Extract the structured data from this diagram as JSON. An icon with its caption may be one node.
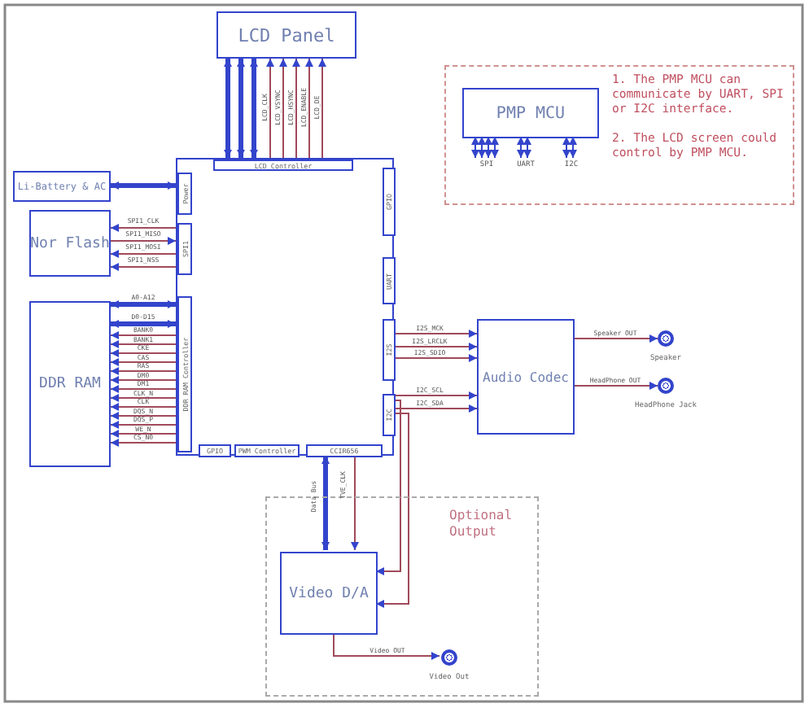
{
  "diagram": {
    "nodes": [
      {
        "text": [
          "LCD Panel"
        ]
      },
      {
        "text": [],
        "shape": "box"
      },
      {
        "text": [
          "LCD Controller"
        ],
        "in": 1
      },
      {
        "text": [
          "Power"
        ],
        "in": 1
      },
      {
        "text": [
          "SPI1"
        ],
        "in": 1
      },
      {
        "text": [
          "DDR RAM Controller"
        ],
        "in": 1
      },
      {
        "text": [
          "GPIO"
        ],
        "in": 1
      },
      {
        "text": [
          "UART"
        ],
        "in": 1
      },
      {
        "text": [
          "I2S"
        ],
        "in": 1
      },
      {
        "text": [
          "I2C"
        ],
        "in": 1
      },
      {
        "text": [
          "GPIO"
        ],
        "in": 1
      },
      {
        "text": [
          "PWM Controller"
        ],
        "in": 1
      },
      {
        "text": [
          "CCIR656"
        ],
        "in": 1
      },
      {
        "text": [
          "Li-Battery & AC"
        ]
      },
      {
        "text": [
          "Nor Flash"
        ]
      },
      {
        "text": [
          "DDR RAM"
        ]
      },
      {
        "text": [
          "Audio Codec"
        ]
      },
      {
        "text": [],
        "shape": "circle",
        "beside": [
          "Speaker"
        ]
      },
      {
        "text": [],
        "shape": "circle",
        "beside": [
          "HeadPhone Jack"
        ]
      },
      {
        "text": [
          "Optional Output"
        ]
      },
      {
        "text": [
          "Video D/A"
        ],
        "in": 19
      },
      {
        "text": [],
        "shape": "circle",
        "beside": [
          "Video Out"
        ],
        "in": 19
      },
      {
        "text": [
          "1. The PMP MCU can communicate by UART, SPI or I2C interface.",
          "2. The LCD screen could control by PMP MCU."
        ]
      },
      {
        "text": [
          "PMP MCU"
        ],
        "in": 22
      },
      {
        "text": [
          "SPI"
        ],
        "in": 22
      },
      {
        "text": [
          "UART"
        ],
        "in": 22
      },
      {
        "text": [
          "I2C"
        ],
        "in": 22
      }
    ],
    "edges": [
      {
        "from": 2,
        "to": 0,
        "arrow": "both",
        "style": "thick",
        "color": "#3344cc"
      },
      {
        "from": 2,
        "to": 0,
        "arrow": "both",
        "style": "thick",
        "color": "#3344cc"
      },
      {
        "from": 2,
        "to": 0,
        "arrow": "both",
        "style": "thick",
        "color": "#3344cc"
      },
      {
        "from": 2,
        "to": 0,
        "arrow": "to",
        "label": "LCD_CLK"
      },
      {
        "from": 2,
        "to": 0,
        "arrow": "to",
        "label": "LCD_VSYNC"
      },
      {
        "from": 2,
        "to": 0,
        "arrow": "to",
        "label": "LCD_HSYNC"
      },
      {
        "from": 2,
        "to": 0,
        "arrow": "to",
        "label": "LCD_ENABLE"
      },
      {
        "from": 2,
        "to": 0,
        "arrow": "to",
        "label": "LCD_DE"
      },
      {
        "from": 3,
        "to": 13,
        "arrow": "both",
        "style": "thick",
        "color": "#3344cc"
      },
      {
        "from": 4,
        "to": 14,
        "arrow": "to",
        "label": "SPI1_CLK"
      },
      {
        "from": 14,
        "to": 4,
        "arrow": "to",
        "label": "SPI1_MISO"
      },
      {
        "from": 4,
        "to": 14,
        "arrow": "to",
        "label": "SPI1_MOSI"
      },
      {
        "from": 4,
        "to": 14,
        "arrow": "to",
        "label": "SPI1_NSS"
      },
      {
        "from": 5,
        "to": 15,
        "arrow": "both",
        "label": "A0-A12",
        "style": "thick",
        "color": "#3344cc"
      },
      {
        "from": 5,
        "to": 15,
        "arrow": "both",
        "label": "D0-D15",
        "style": "thick",
        "color": "#3344cc"
      },
      {
        "from": 5,
        "to": 15,
        "arrow": "to",
        "label": "BANK0"
      },
      {
        "from": 5,
        "to": 15,
        "arrow": "to",
        "label": "BANK1"
      },
      {
        "from": 5,
        "to": 15,
        "arrow": "to",
        "label": "CKE"
      },
      {
        "from": 5,
        "to": 15,
        "arrow": "to",
        "label": "CAS"
      },
      {
        "from": 5,
        "to": 15,
        "arrow": "to",
        "label": "RAS"
      },
      {
        "from": 5,
        "to": 15,
        "arrow": "to",
        "label": "DM0"
      },
      {
        "from": 5,
        "to": 15,
        "arrow": "to",
        "label": "DM1"
      },
      {
        "from": 5,
        "to": 15,
        "arrow": "to",
        "label": "CLK_N"
      },
      {
        "from": 5,
        "to": 15,
        "arrow": "to",
        "label": "CLK"
      },
      {
        "from": 5,
        "to": 15,
        "arrow": "to",
        "label": "DQS_N"
      },
      {
        "from": 5,
        "to": 15,
        "arrow": "to",
        "label": "DQS_P"
      },
      {
        "from": 5,
        "to": 15,
        "arrow": "to",
        "label": "WE_N"
      },
      {
        "from": 5,
        "to": 15,
        "arrow": "to",
        "label": "CS_N0"
      },
      {
        "from": 8,
        "to": 16,
        "arrow": "to",
        "label": "I2S_MCK"
      },
      {
        "from": 8,
        "to": 16,
        "arrow": "to",
        "label": "I2S_LRCLK"
      },
      {
        "from": 8,
        "to": 16,
        "arrow": "to",
        "label": "I2S_SDIO"
      },
      {
        "from": 9,
        "to": 16,
        "arrow": "to",
        "label": "I2C_SCL"
      },
      {
        "from": 9,
        "to": 16,
        "arrow": "to",
        "label": "I2C_SDA"
      },
      {
        "from": 9,
        "to": 20,
        "arrow": "to"
      },
      {
        "from": 9,
        "to": 20,
        "arrow": "to"
      },
      {
        "from": 16,
        "to": 17,
        "arrow": "to",
        "label": "Speaker OUT"
      },
      {
        "from": 16,
        "to": 18,
        "arrow": "to",
        "label": "HeadPhone OUT"
      },
      {
        "from": 12,
        "to": 20,
        "arrow": "both",
        "label": "Data Bus",
        "style": "thick",
        "color": "#3344cc"
      },
      {
        "from": 12,
        "to": 20,
        "arrow": "to",
        "label": "TVE_CLK"
      },
      {
        "from": 20,
        "to": 21,
        "arrow": "to",
        "label": "Video OUT"
      },
      {
        "from": 23,
        "to": 24,
        "arrow": "both",
        "color": "#3344cc"
      },
      {
        "from": 23,
        "to": 24,
        "arrow": "both",
        "color": "#3344cc"
      },
      {
        "from": 23,
        "to": 24,
        "arrow": "both",
        "color": "#3344cc"
      },
      {
        "from": 23,
        "to": 24,
        "arrow": "both",
        "color": "#3344cc"
      },
      {
        "from": 23,
        "to": 25,
        "arrow": "both",
        "color": "#3344cc"
      },
      {
        "from": 23,
        "to": 25,
        "arrow": "both",
        "color": "#3344cc"
      },
      {
        "from": 23,
        "to": 26,
        "arrow": "both",
        "color": "#3344cc"
      },
      {
        "from": 23,
        "to": 26,
        "arrow": "both",
        "color": "#3344cc"
      }
    ]
  }
}
